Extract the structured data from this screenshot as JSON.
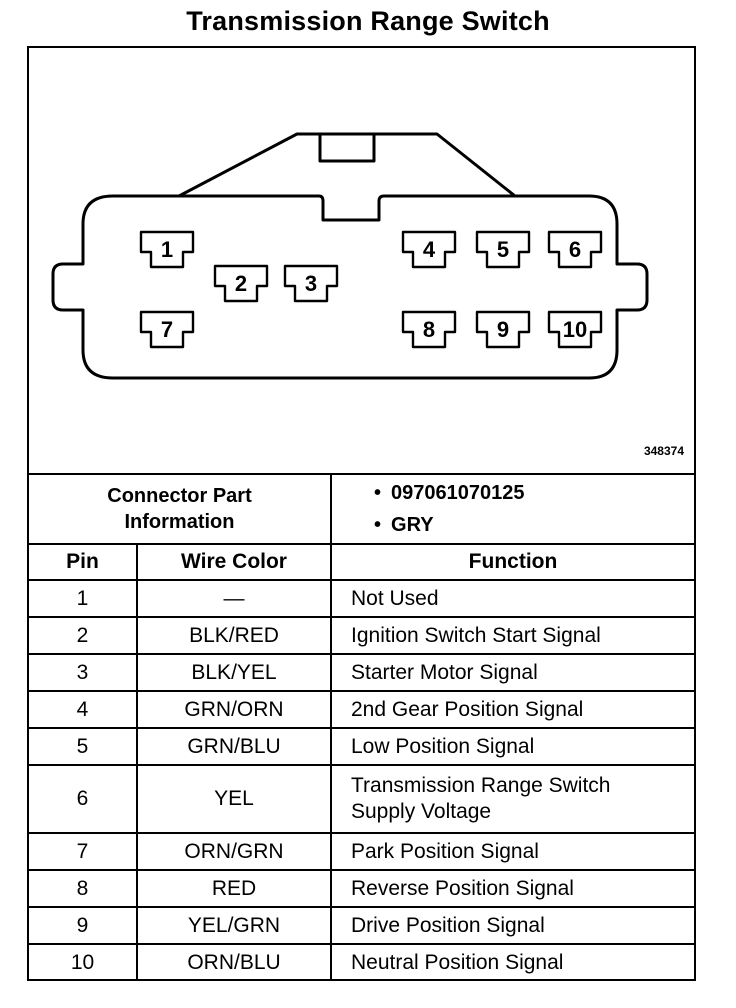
{
  "title": "Transmission Range Switch",
  "figure_number": "348374",
  "pins": [
    "1",
    "2",
    "3",
    "4",
    "5",
    "6",
    "7",
    "8",
    "9",
    "10"
  ],
  "connector": {
    "label_line1": "Connector Part",
    "label_line2": "Information",
    "part_number": "097061070125",
    "color": "GRY"
  },
  "table": {
    "headers": {
      "pin": "Pin",
      "wire_color": "Wire Color",
      "function": "Function"
    },
    "rows": [
      {
        "pin": "1",
        "wire_color": "—",
        "function": "Not Used"
      },
      {
        "pin": "2",
        "wire_color": "BLK/RED",
        "function": "Ignition Switch Start Signal"
      },
      {
        "pin": "3",
        "wire_color": "BLK/YEL",
        "function": "Starter Motor Signal"
      },
      {
        "pin": "4",
        "wire_color": "GRN/ORN",
        "function": "2nd Gear Position Signal"
      },
      {
        "pin": "5",
        "wire_color": "GRN/BLU",
        "function": "Low Position Signal"
      },
      {
        "pin": "6",
        "wire_color": "YEL",
        "function_line1": "Transmission Range Switch",
        "function_line2": "Supply Voltage"
      },
      {
        "pin": "7",
        "wire_color": "ORN/GRN",
        "function": "Park Position Signal"
      },
      {
        "pin": "8",
        "wire_color": "RED",
        "function": "Reverse Position Signal"
      },
      {
        "pin": "9",
        "wire_color": "YEL/GRN",
        "function": "Drive Position Signal"
      },
      {
        "pin": "10",
        "wire_color": "ORN/BLU",
        "function": "Neutral Position Signal"
      }
    ]
  }
}
